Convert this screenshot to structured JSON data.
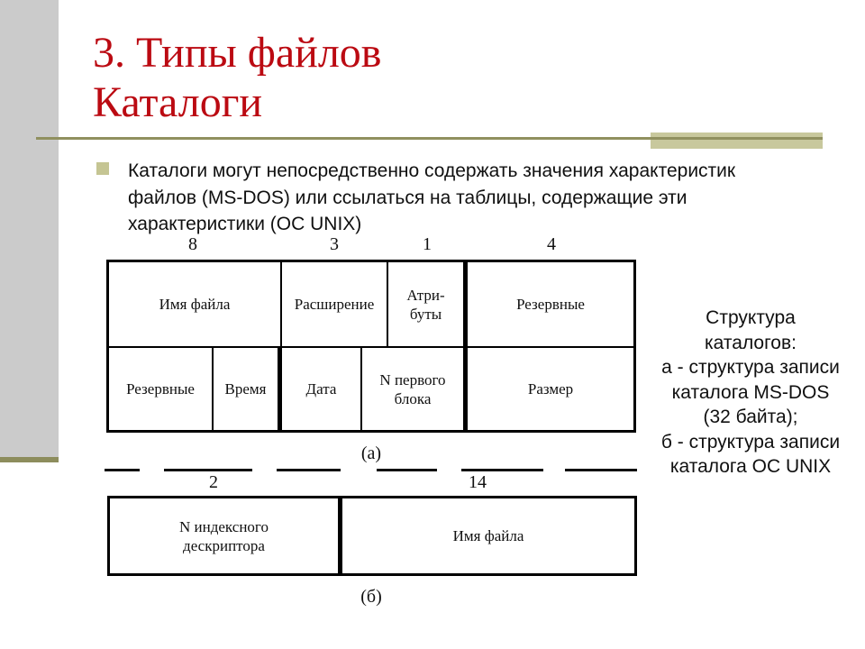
{
  "slide": {
    "title": "3. Типы файлов\nКаталоги",
    "bullet_text": "Каталоги могут непосредственно содержать значения характеристик\nфайлов (MS-DOS) или ссылаться на таблицы, содержащие эти\nхарактеристики (ОС UNIX)"
  },
  "diagram": {
    "table_a": {
      "byte_labels": [
        "8",
        "3",
        "1",
        "4"
      ],
      "row1_cells": [
        "Имя файла",
        "Расширение",
        "Атри-\nбуты",
        "Резервные"
      ],
      "row2_cells": [
        "Резервные",
        "Время",
        "Дата",
        "N первого\nблока",
        "Размер"
      ],
      "caption": "(а)"
    },
    "ruler": {
      "labels": [
        "2",
        "14"
      ]
    },
    "table_b": {
      "cells": [
        "N индексного\nдескриптора",
        "Имя файла"
      ],
      "caption": "(б)"
    }
  },
  "side_caption": {
    "text": "Структура\nкаталогов:\nа - структура записи\nкаталога MS-DOS\n(32 байта);\nб - структура записи\nкаталога ОС UNIX"
  },
  "colors": {
    "accent_red": "#bb0a12",
    "bar_gray": "#cbcbcb",
    "olive_dark": "#8d8d5d",
    "olive_line": "#90905f",
    "khaki_light": "#c8c89d",
    "line_black": "#000000"
  }
}
